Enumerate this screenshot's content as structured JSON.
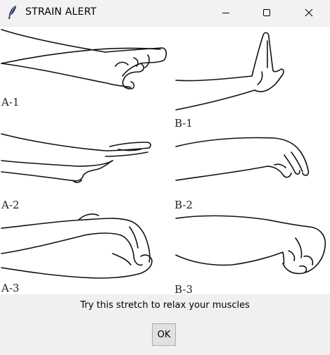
{
  "window": {
    "title": "STRAIN ALERT",
    "icon": "feather-icon",
    "controls": {
      "minimize": "minimize-icon",
      "maximize": "maximize-icon",
      "close": "close-icon"
    }
  },
  "figure": {
    "labels": [
      "A-1",
      "B-1",
      "A-2",
      "B-2",
      "A-3",
      "B-3"
    ]
  },
  "message": "Try this stretch to relax your muscles",
  "ok_button": {
    "label": "OK"
  },
  "colors": {
    "background": "#f0f0f0",
    "titlebar": "#f4f1f4",
    "button": "#e1e1e1"
  }
}
